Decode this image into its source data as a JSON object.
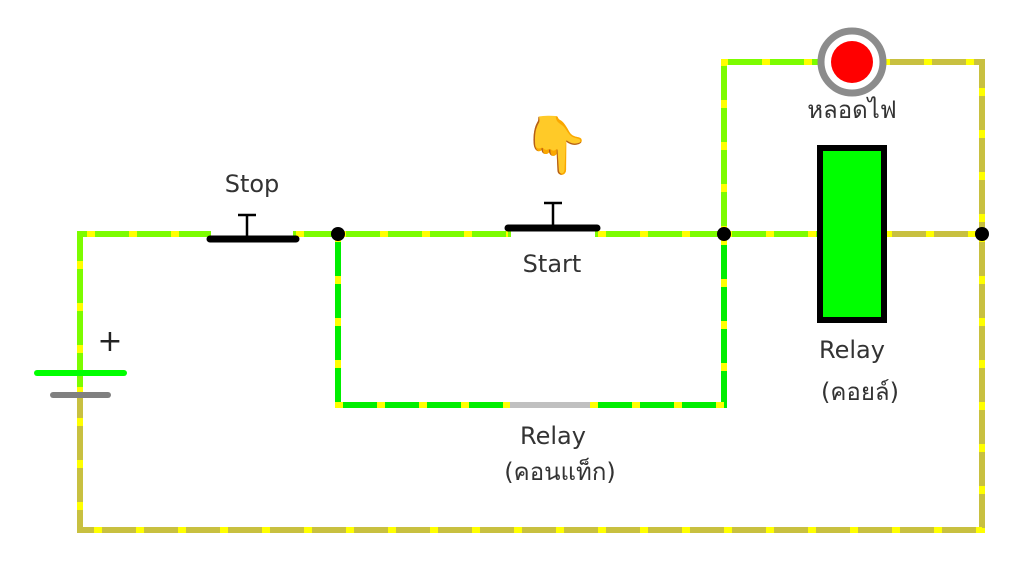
{
  "diagram": {
    "title": "Relay self-holding (latching) circuit",
    "colors": {
      "wire_live": "#7cfc00",
      "wire_live_alt": "#00ee00",
      "wire_return": "#c8c040",
      "flow_dash": "#ffff00",
      "junction": "#000000",
      "switch_bar": "#000000",
      "coil_fill": "#00ff00",
      "coil_border": "#000000",
      "lamp_fill": "#ff0000",
      "lamp_ring": "#8c8c8c",
      "contact_open": "#c0c0c0",
      "battery_pos": "#00ff00",
      "battery_neg": "#808080",
      "text": "#333333"
    },
    "labels": {
      "stop": "Stop",
      "start": "Start",
      "lamp": "หลอดไฟ",
      "coil_line1": "Relay",
      "coil_line2": "(คอยล์)",
      "contact_line1": "Relay",
      "contact_line2": "(คอนแท็ก)",
      "battery_plus": "+"
    },
    "icons": {
      "pointer": "👇"
    },
    "states": {
      "stop_switch": "closed",
      "start_switch": "open",
      "relay_contact": "open",
      "relay_coil": "energized",
      "lamp": "on"
    }
  }
}
